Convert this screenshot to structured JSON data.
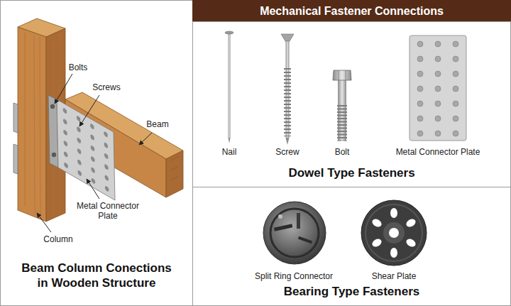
{
  "diagram": {
    "nodes": [
      {
        "text": [
          "Beam Column Conections in Wooden Structure"
        ]
      },
      {
        "text": [
          "Mechanical Fastener Connections"
        ]
      },
      {
        "text": [
          "Dowel Type Fasteners"
        ]
      },
      {
        "text": [
          "Bearing Type Fasteners"
        ]
      }
    ],
    "labels": [
      "Bolts",
      "Screws",
      "Beam",
      "Metal Connector Plate",
      "Column",
      "Nail",
      "Screw",
      "Bolt",
      "Metal Connector Plate",
      "Split Ring Connector",
      "Shear Plate"
    ]
  }
}
